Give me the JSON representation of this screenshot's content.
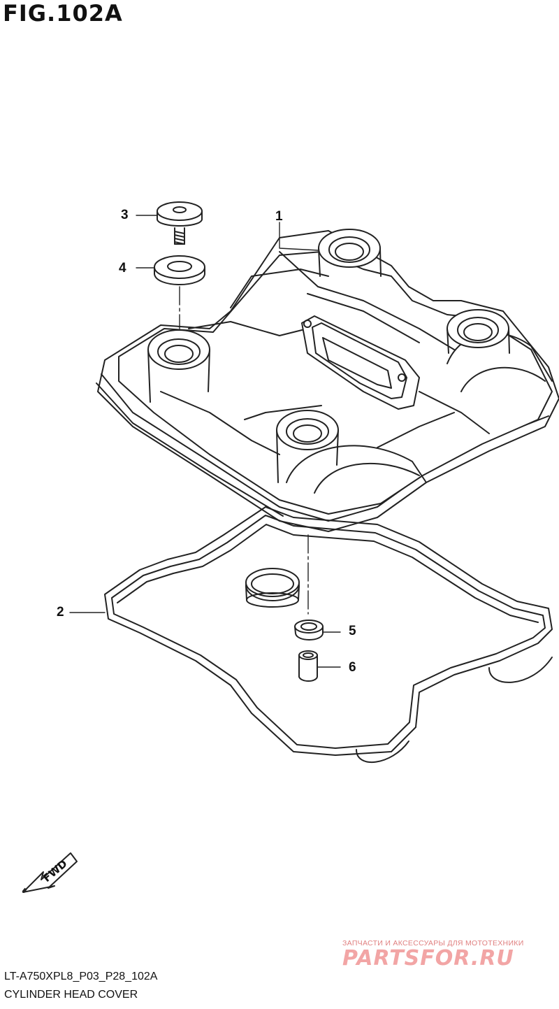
{
  "figure": {
    "title": "FIG.102A"
  },
  "callouts": [
    {
      "number": "1"
    },
    {
      "number": "2"
    },
    {
      "number": "3"
    },
    {
      "number": "4"
    },
    {
      "number": "5"
    },
    {
      "number": "6"
    }
  ],
  "fwd_arrow": {
    "label": "FWD"
  },
  "footer": {
    "model_code": "LT-A750XPL8_P03_P28_102A",
    "caption": "CYLINDER HEAD COVER"
  },
  "watermark": {
    "tagline": "ЗАПЧАСТИ И АКСЕССУАРЫ ДЛЯ МОТОТЕХНИКИ",
    "brand": "PARTSFOR.RU",
    "color": "#f2a5a5"
  },
  "colors": {
    "line": "#222222",
    "background": "#ffffff"
  }
}
